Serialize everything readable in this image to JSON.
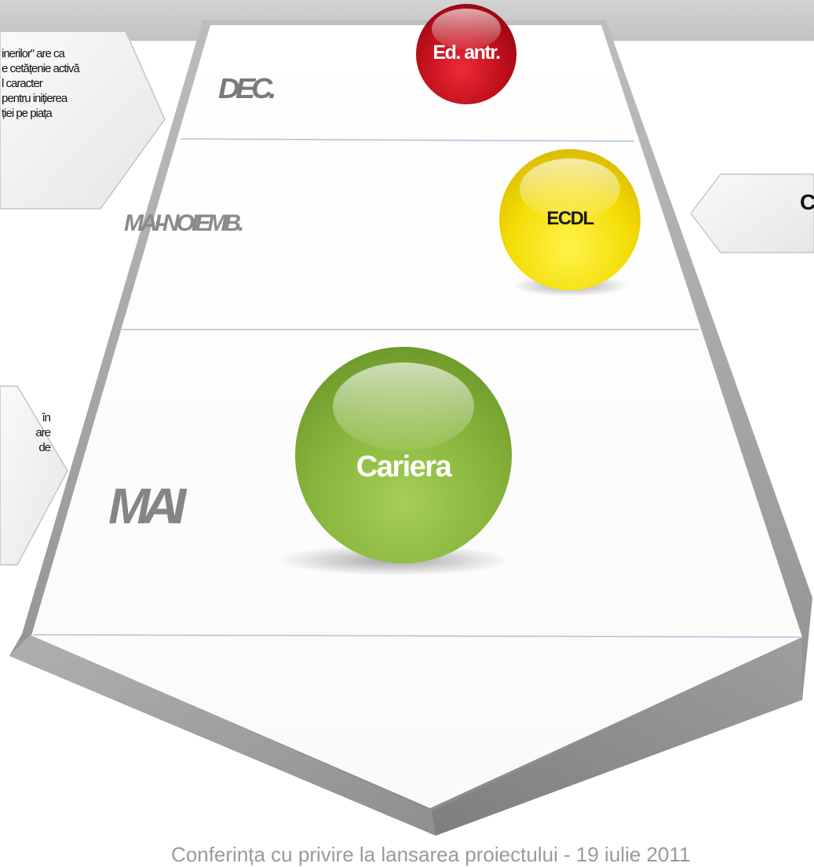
{
  "diagram": {
    "row_labels": {
      "dec": "DEC.",
      "mai_noiemb": "MAI-NOIEMB.",
      "mai": "MAI"
    },
    "spheres": {
      "ed_antr": {
        "label": "Ed. antr.",
        "color": "#c8111e"
      },
      "ecdl": {
        "label": "ECDL",
        "color": "#f4dd06"
      },
      "cariera": {
        "label": "Cariera",
        "color": "#86b33a"
      }
    },
    "callouts": {
      "top_left": [
        "inerilor” are ca",
        "e cetățenie activă",
        "l caracter",
        "pentru inițierea",
        "ției pe piața"
      ],
      "mid_left": [
        "în",
        "are",
        "de"
      ],
      "right": "C"
    },
    "footer": "Conferința cu privire la lansarea proiectului - 19 iulie 2011"
  }
}
